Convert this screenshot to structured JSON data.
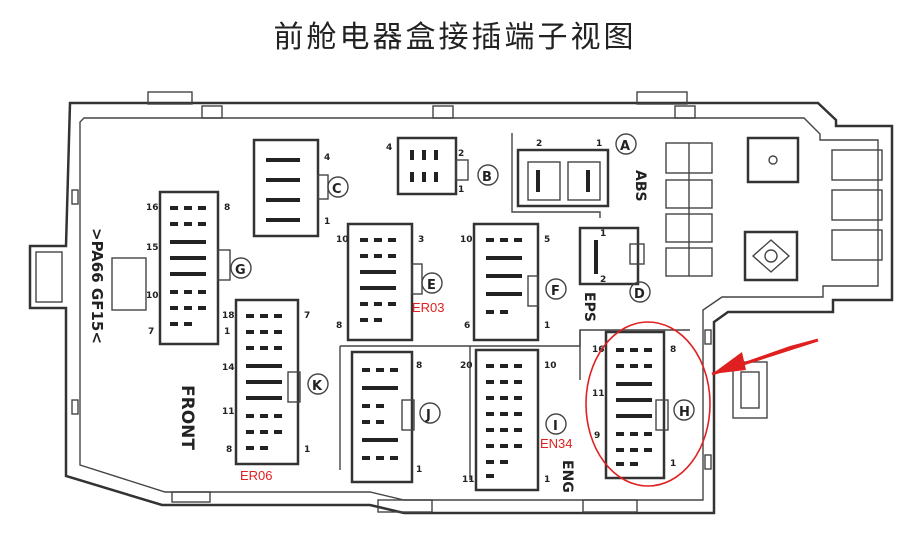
{
  "title": "前舱电器盒接插端子视图",
  "box": {
    "material_mark": ">PA66 GF15<",
    "front_label": "FRONT",
    "abs_label": "ABS",
    "eps_label": "EPS",
    "eng_label": "ENG"
  },
  "connectors": {
    "A": {
      "letter": "A",
      "pins": [
        "2",
        "1"
      ]
    },
    "B": {
      "letter": "B",
      "pins": [
        "2",
        "1",
        "4"
      ]
    },
    "C": {
      "letter": "C",
      "pins": [
        "4",
        "1"
      ]
    },
    "D": {
      "letter": "D",
      "pins": [
        "1",
        "2"
      ]
    },
    "E": {
      "letter": "E",
      "pins": [
        "10",
        "8",
        "3"
      ],
      "code": "ER03"
    },
    "F": {
      "letter": "F",
      "pins": [
        "10",
        "5",
        "6",
        "1"
      ]
    },
    "G": {
      "letter": "G",
      "pins": [
        "16",
        "8",
        "15",
        "10",
        "7",
        "1"
      ]
    },
    "H": {
      "letter": "H",
      "pins": [
        "16",
        "8",
        "11",
        "9",
        "1"
      ],
      "highlighted": true
    },
    "I": {
      "letter": "I",
      "pins": [
        "20",
        "10",
        "11",
        "1"
      ],
      "code": "EN34"
    },
    "J": {
      "letter": "J",
      "pins": [
        "8",
        "1"
      ]
    },
    "K": {
      "letter": "K",
      "pins": [
        "18",
        "7",
        "14",
        "11",
        "8",
        "1"
      ],
      "code": "ER06"
    }
  },
  "callout": {
    "color": "#e02020",
    "target": "H"
  }
}
